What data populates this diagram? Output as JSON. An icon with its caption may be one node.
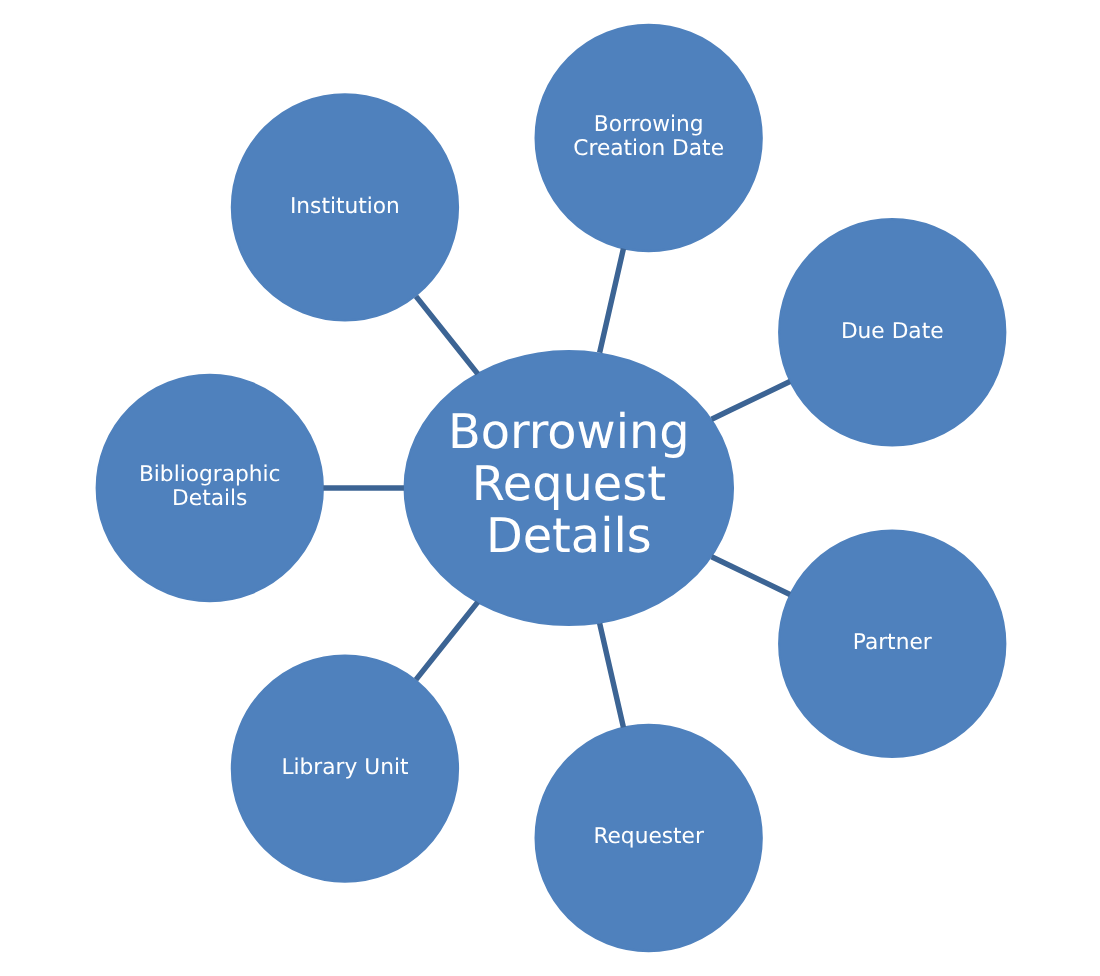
{
  "diagram": {
    "nodes": [
      {
        "text": [
          "Borrowing Request Details"
        ]
      },
      {
        "text": [
          "Borrowing Creation Date"
        ]
      },
      {
        "text": [
          "Due Date"
        ]
      },
      {
        "text": [
          "Partner"
        ]
      },
      {
        "text": [
          "Requester"
        ]
      },
      {
        "text": [
          "Library Unit"
        ]
      },
      {
        "text": [
          "Bibliographic Details"
        ]
      },
      {
        "text": [
          "Institution"
        ]
      }
    ],
    "edges": [
      {
        "from": 0,
        "to": 1,
        "arrow": "none"
      },
      {
        "from": 0,
        "to": 2,
        "arrow": "none"
      },
      {
        "from": 0,
        "to": 3,
        "arrow": "none"
      },
      {
        "from": 0,
        "to": 4,
        "arrow": "none"
      },
      {
        "from": 0,
        "to": 5,
        "arrow": "none"
      },
      {
        "from": 0,
        "to": 6,
        "arrow": "none"
      },
      {
        "from": 0,
        "to": 7,
        "arrow": "none"
      }
    ]
  }
}
